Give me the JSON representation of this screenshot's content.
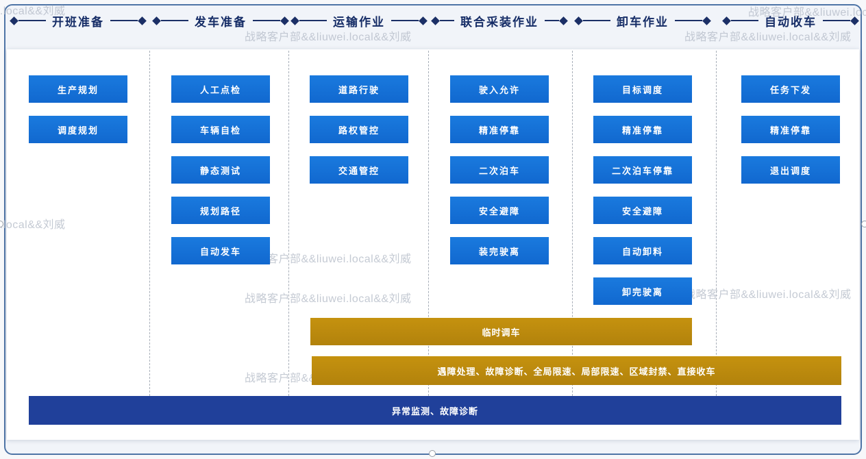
{
  "watermark": {
    "text": "战略客户部&&liuwei.local&&刘威"
  },
  "columns": [
    {
      "title": "开班准备",
      "items": [
        "生产规划",
        "调度规划"
      ]
    },
    {
      "title": "发车准备",
      "items": [
        "人工点检",
        "车辆自检",
        "静态测试",
        "规划路径",
        "自动发车"
      ]
    },
    {
      "title": "运输作业",
      "items": [
        "道路行驶",
        "路权管控",
        "交通管控"
      ]
    },
    {
      "title": "联合采装作业",
      "items": [
        "驶入允许",
        "精准停靠",
        "二次泊车",
        "安全避障",
        "装完驶离"
      ]
    },
    {
      "title": "卸车作业",
      "items": [
        "目标调度",
        "精准停靠",
        "二次泊车停靠",
        "安全避障",
        "自动卸料",
        "卸完驶离"
      ]
    },
    {
      "title": "自动收车",
      "items": [
        "任务下发",
        "精准停靠",
        "退出调度"
      ]
    }
  ],
  "bars": {
    "temp_dispatch": "临时调车",
    "exception_handling": "遇障处理、故障诊断、全局限速、局部限速、区域封禁、直接收车",
    "monitoring": "异常监测、故障诊断"
  },
  "colors": {
    "button_blue": "#1470d6",
    "bar_gold": "#bd8a0f",
    "bar_navy": "#20409a",
    "header_navy": "#152c66",
    "watermark_gray": "#b6bdc9"
  }
}
